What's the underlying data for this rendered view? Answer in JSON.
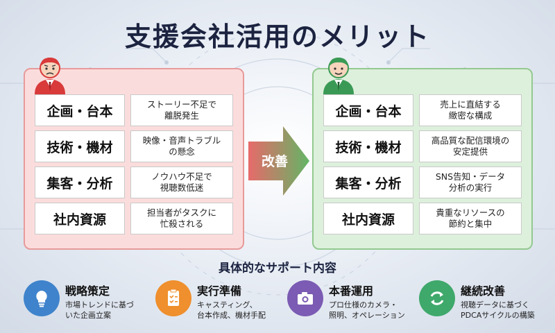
{
  "title": "支援会社活用のメリット",
  "before_panel": {
    "rows": [
      {
        "label": "企画・台本",
        "desc": "ストーリー不足で\n離脱発生"
      },
      {
        "label": "技術・機材",
        "desc": "映像・音声トラブル\nの懸念"
      },
      {
        "label": "集客・分析",
        "desc": "ノウハウ不足で\n視聴数低迷"
      },
      {
        "label": "社内資源",
        "desc": "担当者がタスクに\n忙殺される"
      }
    ]
  },
  "arrow": {
    "label": "改善"
  },
  "after_panel": {
    "rows": [
      {
        "label": "企画・台本",
        "desc": "売上に直結する\n緻密な構成"
      },
      {
        "label": "技術・機材",
        "desc": "高品質な配信環境の\n安定提供"
      },
      {
        "label": "集客・分析",
        "desc": "SNS告知・データ\n分析の実行"
      },
      {
        "label": "社内資源",
        "desc": "貴重なリソースの\n節約と集中"
      }
    ]
  },
  "support": {
    "title": "具体的なサポート内容",
    "items": [
      {
        "title": "戦略策定",
        "desc": "市場トレンドに基づ\nいた企画立案",
        "icon": "lightbulb-icon",
        "color": "#3f83cc"
      },
      {
        "title": "実行準備",
        "desc": "キャスティング、\n台本作成、機材手配",
        "icon": "checklist-icon",
        "color": "#ef8f2d"
      },
      {
        "title": "本番運用",
        "desc": "プロ仕様のカメラ・\n照明、オペレーション",
        "icon": "camera-icon",
        "color": "#7b5bb3"
      },
      {
        "title": "継続改善",
        "desc": "視聴データに基づく\nPDCAサイクルの構築",
        "icon": "cycle-icon",
        "color": "#3fa86b"
      }
    ]
  },
  "colors": {
    "before_bg": "#fbdcdc",
    "before_border": "#e79a9a",
    "after_bg": "#ddf0dc",
    "after_border": "#93c98f",
    "arrow_start": "#e76a6a",
    "arrow_end": "#62b565"
  }
}
